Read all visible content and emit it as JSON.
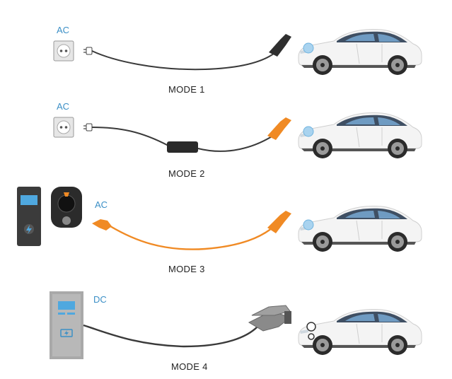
{
  "colors": {
    "accent_blue": "#3b8fc6",
    "cable_dark": "#3a3a3a",
    "cable_orange": "#f08a24",
    "car_body": "#f4f4f4",
    "window": "#4a6a8a"
  },
  "rows": [
    {
      "type_label": "AC",
      "mode_label": "MODE 1"
    },
    {
      "type_label": "AC",
      "mode_label": "MODE 2"
    },
    {
      "type_label": "AC",
      "mode_label": "MODE 3"
    },
    {
      "type_label": "DC",
      "mode_label": "MODE 4"
    }
  ],
  "icons": {
    "socket": "wall-socket-icon",
    "plug": "plug-icon",
    "control_box": "control-box-icon",
    "ev_connector": "ev-connector-icon",
    "wallbox": "wallbox-charger-icon",
    "charging_station": "dc-charging-station-icon",
    "car": "electric-car-icon"
  }
}
